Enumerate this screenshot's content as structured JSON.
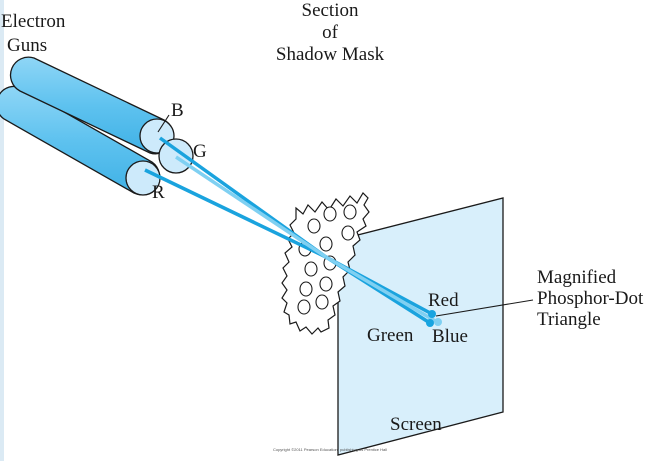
{
  "labels": {
    "electron_guns_line1": "Electron",
    "electron_guns_line2": "Guns",
    "section_line1": "Section",
    "section_line2": "of",
    "section_line3": "Shadow Mask",
    "gun_b": "B",
    "gun_g": "G",
    "gun_r": "R",
    "dot_red": "Red",
    "dot_green": "Green",
    "dot_blue": "Blue",
    "magnified_line1": "Magnified",
    "magnified_line2": "Phosphor-Dot",
    "magnified_line3": "Triangle",
    "screen": "Screen",
    "copyright": "Copyright ©2011 Pearson Education, publishing as Prentice Hall"
  },
  "colors": {
    "gun_fill": "#6cc7f0",
    "gun_face": "#cdeafb",
    "beam_blue": "#1aa3de",
    "beam_green": "#7fd0f2",
    "screen_fill": "#d8effb",
    "mask_fill": "#ffffff",
    "outline": "#1a1a1a",
    "dot": "#18a4e0"
  }
}
